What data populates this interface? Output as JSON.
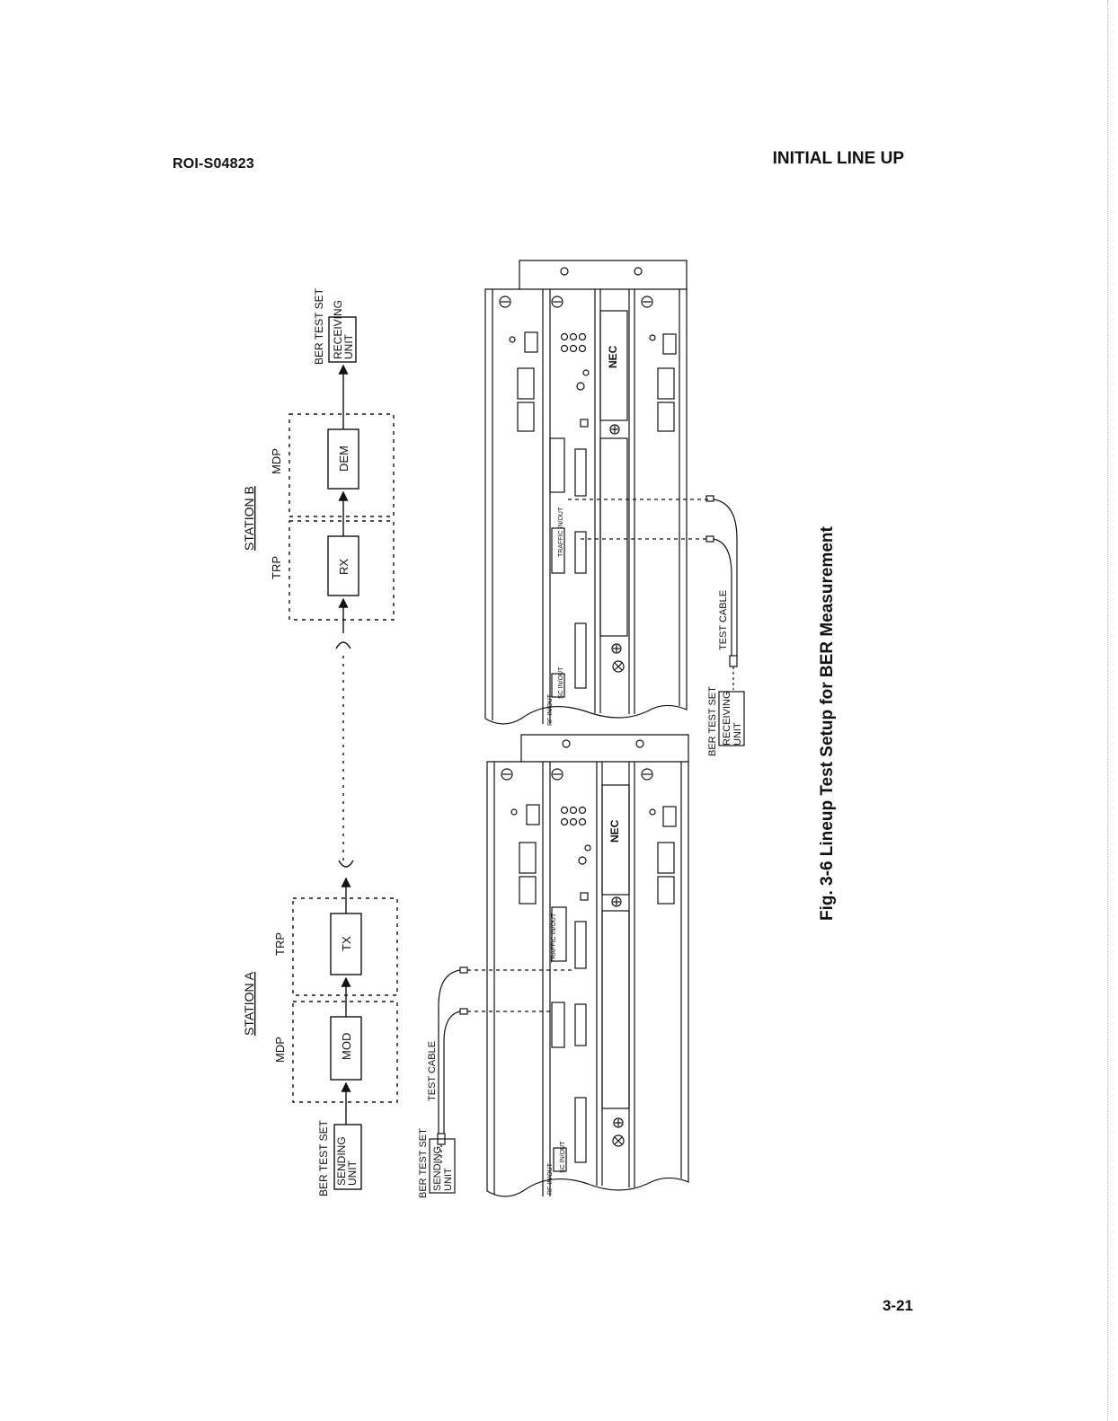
{
  "header": {
    "doc_id": "ROI-S04823",
    "section": "INITIAL LINE UP"
  },
  "figure": {
    "caption": "Fig. 3-6  Lineup Test Setup for BER Measurement",
    "block_diagram": {
      "station_a": {
        "title": "STATION A",
        "mdp_label": "MDP",
        "trp_label": "TRP",
        "mod": "MOD",
        "tx": "TX",
        "ber_title": "BER TEST SET",
        "ber_unit": "SENDING\nUNIT"
      },
      "station_b": {
        "title": "STATION B",
        "mdp_label": "MDP",
        "trp_label": "TRP",
        "rx": "RX",
        "dem": "DEM",
        "ber_title": "BER TEST SET",
        "ber_unit": "RECEIVING\nUNIT"
      }
    },
    "equipment_b": {
      "ber_title": "BER TEST SET",
      "ber_unit": "RECEIVING\nUNIT",
      "cable": "TEST CABLE",
      "nec": "NEC",
      "connectors": [
        "TRAFFIC IN/OUT",
        "SC IN/OUT",
        "RF IN/OUT"
      ]
    },
    "equipment_a": {
      "ber_title": "BER TEST SET",
      "ber_unit": "SENDING\nUNIT",
      "cable": "TEST CABLE",
      "nec": "NEC",
      "connectors": [
        "TRAFFIC IN/OUT",
        "SC IN/OUT",
        "RF IN/OUT"
      ]
    }
  },
  "footer": {
    "page_number": "3-21"
  }
}
